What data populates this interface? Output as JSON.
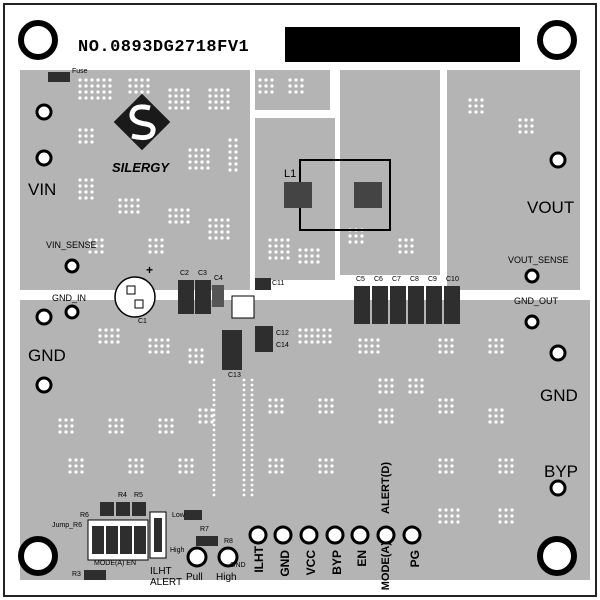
{
  "board_number": "NO.0893DG2718FV1",
  "brand": "SILERGY",
  "connectors": {
    "vin": "VIN",
    "vin_sense": "VIN_SENSE",
    "gnd_in": "GND_IN",
    "gnd_left": "GND",
    "vout": "VOUT",
    "vout_sense": "VOUT_SENSE",
    "gnd_out": "GND_OUT",
    "gnd_right": "GND",
    "byp": "BYP"
  },
  "components": {
    "fuse": "Fuse",
    "l1": "L1",
    "c1": "C1",
    "c2": "C2",
    "c3": "C3",
    "c4": "C4",
    "c5": "C5",
    "c6": "C6",
    "c7": "C7",
    "c8": "C8",
    "c9": "C9",
    "c10": "C10",
    "c11": "C11",
    "c12": "C12",
    "c13": "C13",
    "c14": "C14",
    "r3": "R3",
    "r4": "R4",
    "r5": "R5",
    "r6": "R6",
    "r7": "R7",
    "r8": "R8",
    "jump": "Jump_R6",
    "mode_en": "MODE(A) EN",
    "ilht": "ILHT",
    "low": "Low",
    "high": "High",
    "gnd_small": "GND"
  },
  "test_points": [
    "ILHT",
    "GND",
    "VCC",
    "BYP",
    "EN",
    "MODE(A)",
    "ALERT(D)",
    "PG"
  ],
  "bottom_labels": {
    "ilht_alert": "ILHT\nALERT",
    "pull": "Pull",
    "high": "High"
  },
  "colors": {
    "copper": "#b4b4b4",
    "board": "#ffffff",
    "pad": "#3a3a3a"
  }
}
